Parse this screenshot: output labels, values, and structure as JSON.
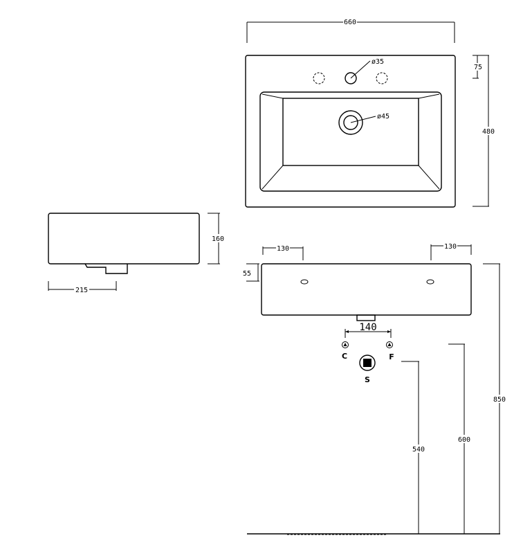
{
  "drawing": {
    "top_view": {
      "width_label": "660",
      "depth_label": "480",
      "tap_offset_label": "75",
      "tap_hole_label": "ø35",
      "drain_label": "ø45"
    },
    "side_view": {
      "height_label": "160",
      "waste_offset_label": "215"
    },
    "front_view": {
      "fixing_left_label": "130",
      "fixing_right_label": "130",
      "fixing_height_label": "55",
      "supply_spacing_label": "140",
      "cold_label": "C",
      "hot_label": "F",
      "waste_label": "S",
      "waste_height_label": "540",
      "supply_height_label": "600",
      "basin_height_label": "850"
    }
  }
}
